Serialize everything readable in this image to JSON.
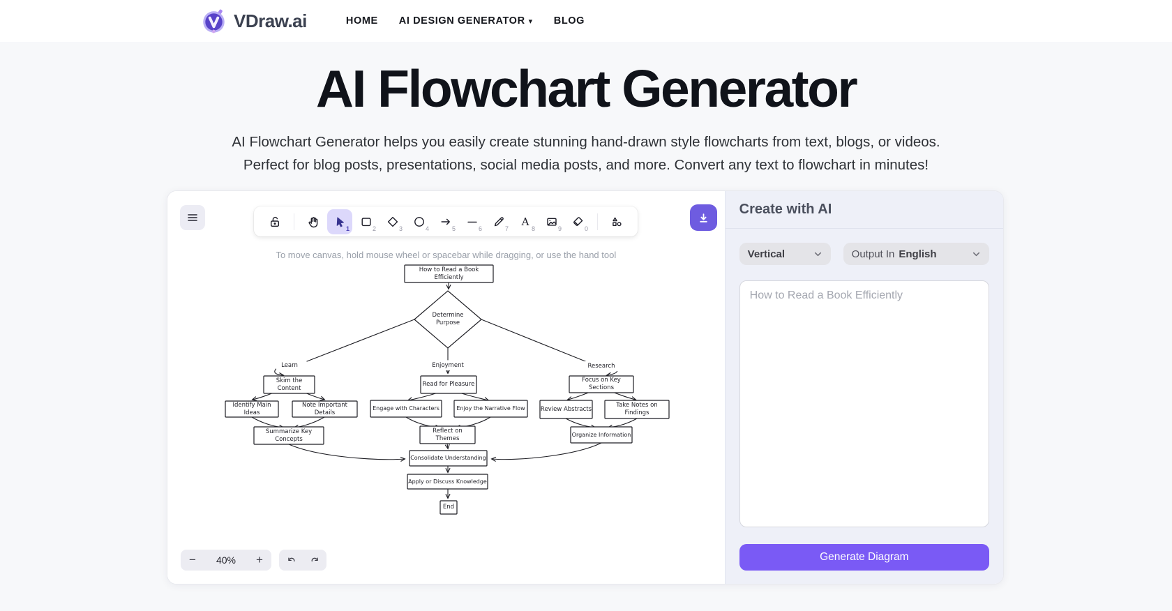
{
  "navbar": {
    "brand": "VDraw.ai",
    "items": [
      {
        "label": "HOME"
      },
      {
        "label": "AI DESIGN GENERATOR",
        "has_dropdown": true
      },
      {
        "label": "BLOG"
      }
    ]
  },
  "hero": {
    "title": "AI Flowchart Generator",
    "subtitle_line1": "AI Flowchart Generator helps you easily create stunning hand-drawn style flowcharts from text, blogs, or videos.",
    "subtitle_line2": "Perfect for blog posts, presentations, social media posts, and more. Convert any text to flowchart in minutes!"
  },
  "canvas": {
    "hint": "To move canvas, hold mouse wheel or spacebar while dragging, or use the hand tool",
    "zoom_level": "40%",
    "toolbar": {
      "tools": [
        {
          "name": "lock",
          "shortcut": ""
        },
        {
          "name": "hand",
          "shortcut": ""
        },
        {
          "name": "selection",
          "shortcut": "1",
          "active": true
        },
        {
          "name": "rectangle",
          "shortcut": "2"
        },
        {
          "name": "diamond",
          "shortcut": "3"
        },
        {
          "name": "ellipse",
          "shortcut": "4"
        },
        {
          "name": "arrow",
          "shortcut": "5"
        },
        {
          "name": "line",
          "shortcut": "6"
        },
        {
          "name": "draw",
          "shortcut": "7"
        },
        {
          "name": "text",
          "shortcut": "8"
        },
        {
          "name": "image",
          "shortcut": "9"
        },
        {
          "name": "eraser",
          "shortcut": "0"
        },
        {
          "name": "shapes",
          "shortcut": ""
        }
      ]
    },
    "flowchart": {
      "nodes": {
        "start": "How to Read a Book Efficiently",
        "decision": "Determine Purpose",
        "skim": "Skim the Content",
        "identify": "Identify Main Ideas",
        "note": "Note Important Details",
        "summarize": "Summarize Key Concepts",
        "read": "Read for Pleasure",
        "engage": "Engage with Characters",
        "enjoy": "Enjoy the Narrative Flow",
        "reflect": "Reflect on Themes",
        "focus": "Focus on Key Sections",
        "review": "Review Abstracts",
        "take_notes": "Take Notes on Findings",
        "organize": "Organize Information",
        "consolidate": "Consolidate Understanding",
        "apply": "Apply or Discuss Knowledge",
        "end": "End"
      },
      "edge_labels": [
        "Learn",
        "Enjoyment",
        "Research"
      ]
    }
  },
  "panel": {
    "title": "Create with AI",
    "direction_select": "Vertical",
    "output_label": "Output In",
    "output_language": "English",
    "prompt_placeholder": "How to Read a Book Efficiently",
    "generate_button": "Generate Diagram"
  },
  "icons": {
    "caret_down": "▾",
    "minus": "−",
    "plus": "+"
  },
  "colors": {
    "accent_purple": "#7a5af5",
    "export_button_purple": "#6e5ce0",
    "active_tool_bg": "#dcd8fb",
    "panel_bg": "#eef0f8",
    "page_bg": "#f7f8fa"
  }
}
